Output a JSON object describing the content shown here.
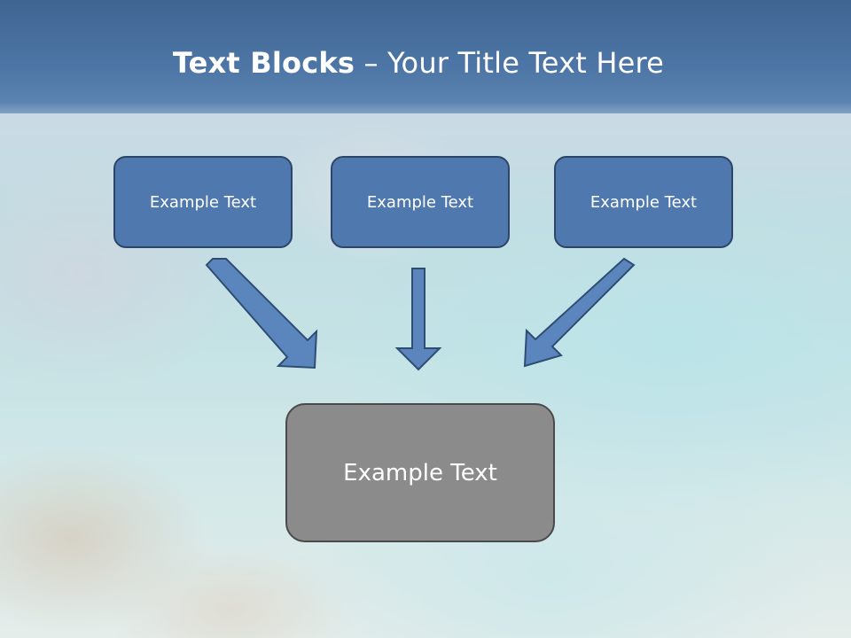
{
  "slide": {
    "title_bold": "Text Blocks",
    "title_rest": " – Your Title Text Here",
    "boxes": [
      {
        "label": "Example Text"
      },
      {
        "label": "Example Text"
      },
      {
        "label": "Example Text"
      }
    ],
    "target": {
      "label": "Example Text"
    }
  },
  "colors": {
    "title_bar": "#4d76a6",
    "box_fill": "#4f79ae",
    "box_border": "#2d4566",
    "target_fill": "#8b8b8b",
    "arrow_fill": "#5b86bd"
  }
}
